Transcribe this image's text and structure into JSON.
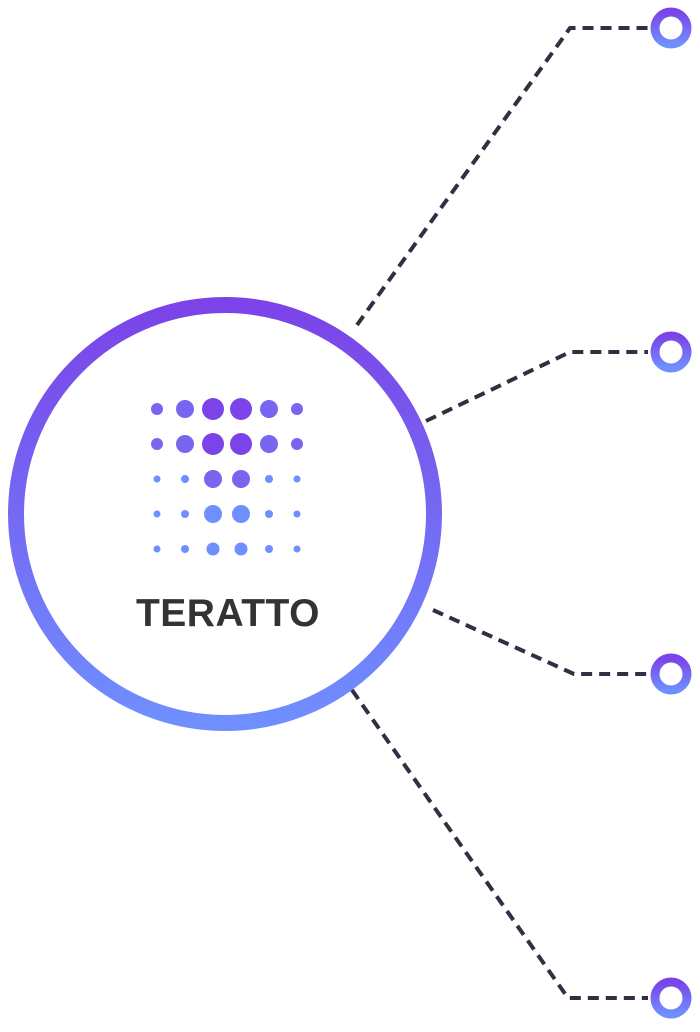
{
  "brand": {
    "name": "TERATTO"
  },
  "colors": {
    "ring_top": "#7b43e8",
    "ring_bottom": "#6f8fff",
    "line": "#2f3042",
    "text": "#333333",
    "dot_dark": "#7b43e8",
    "dot_mid": "#7866f1",
    "dot_light": "#6f8fff"
  },
  "icons": {
    "node_marker": "ring-node-icon",
    "logo_mark": "dot-grid-logo-icon"
  },
  "connectors": [
    {
      "name": "connector-1"
    },
    {
      "name": "connector-2"
    },
    {
      "name": "connector-3"
    },
    {
      "name": "connector-4"
    }
  ]
}
